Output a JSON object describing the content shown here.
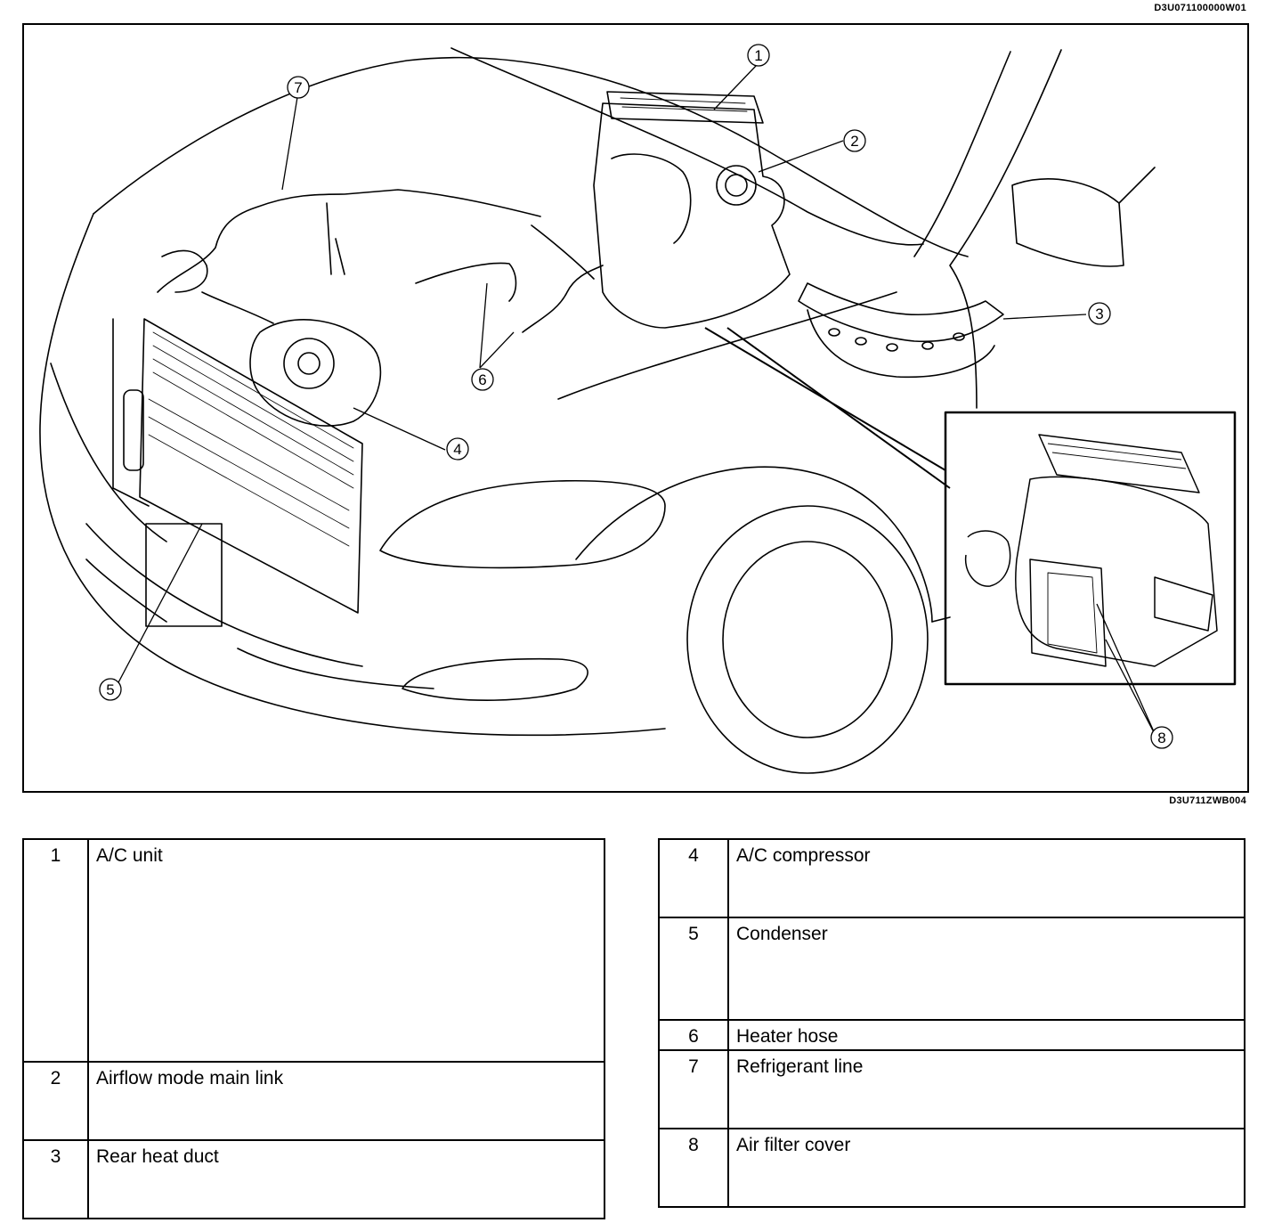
{
  "codes": {
    "top": "D3U071100000W01",
    "figure": "D3U711ZWB004"
  },
  "callouts": [
    "1",
    "2",
    "3",
    "4",
    "5",
    "6",
    "7",
    "8"
  ],
  "legend": {
    "left": [
      {
        "num": "1",
        "label": "A/C unit"
      },
      {
        "num": "2",
        "label": "Airflow mode main link"
      },
      {
        "num": "3",
        "label": "Rear heat duct"
      }
    ],
    "right": [
      {
        "num": "4",
        "label": "A/C compressor"
      },
      {
        "num": "5",
        "label": "Condenser"
      },
      {
        "num": "6",
        "label": "Heater hose"
      },
      {
        "num": "7",
        "label": "Refrigerant line"
      },
      {
        "num": "8",
        "label": "Air filter cover"
      }
    ]
  }
}
